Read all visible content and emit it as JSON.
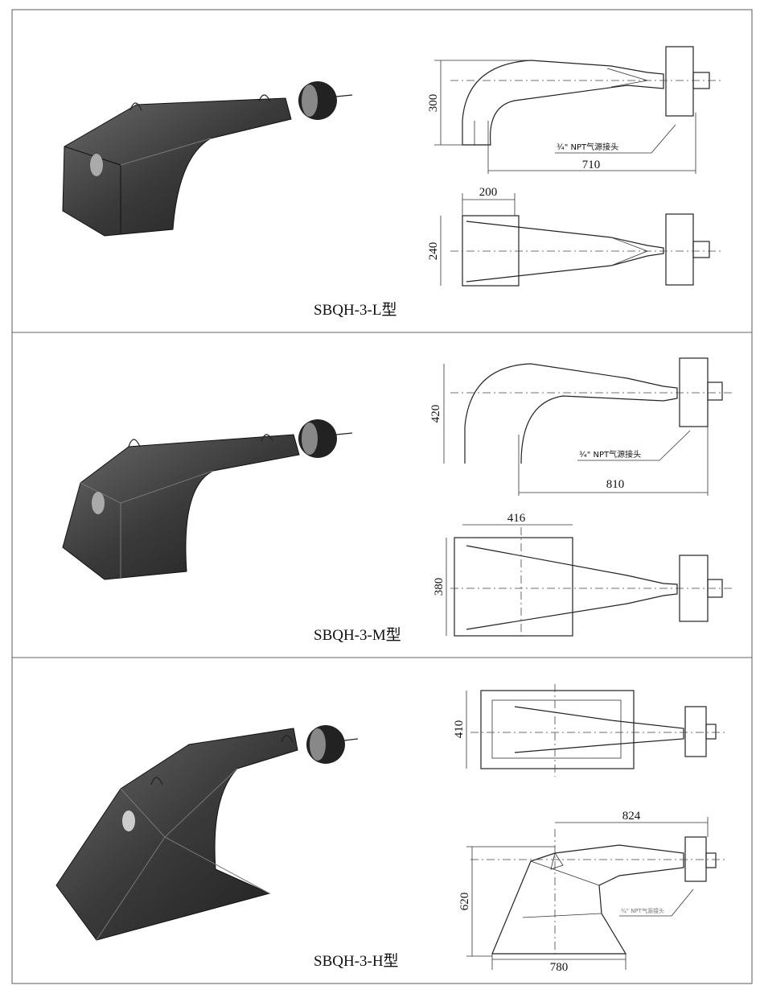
{
  "panels": [
    {
      "caption": "SBQH-3-L型",
      "dims": {
        "height": "300",
        "length": "710",
        "inlet_width": "200",
        "plan_width": "240"
      },
      "note": "¾\" NPT气源接头"
    },
    {
      "caption": "SBQH-3-M型",
      "dims": {
        "height": "420",
        "length": "810",
        "inlet_width": "416",
        "plan_width": "380"
      },
      "note": "¾\" NPT气源接头"
    },
    {
      "caption": "SBQH-3-H型",
      "dims": {
        "plan_width": "410",
        "length": "824",
        "height": "620",
        "base_width": "780"
      },
      "note": "¾\" NPT气源接头"
    }
  ]
}
